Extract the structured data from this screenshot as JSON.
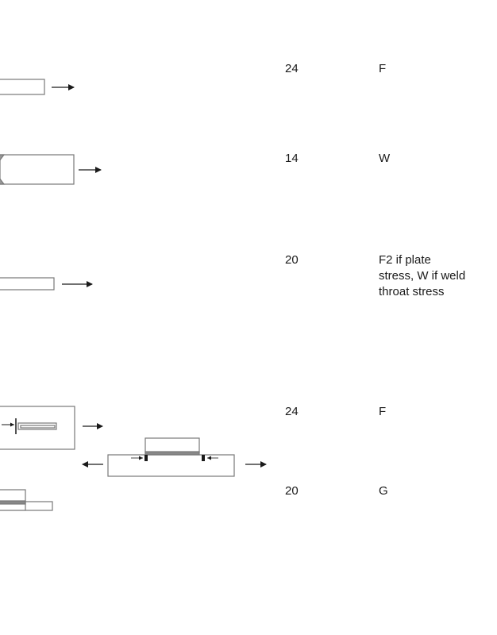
{
  "rows": [
    {
      "stress_range": "24",
      "category": "F"
    },
    {
      "stress_range": "14",
      "category": "W"
    },
    {
      "stress_range": "20",
      "category": "F2 if plate stress, W if weld throat stress"
    },
    {
      "stress_range": "24",
      "category": "F"
    },
    {
      "stress_range": "20",
      "category": "G"
    }
  ],
  "colors": {
    "line": "#777777",
    "weld": "#888888",
    "arrow": "#1a1a1a"
  }
}
